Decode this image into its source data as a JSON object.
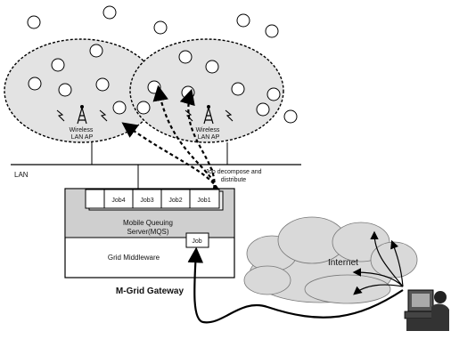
{
  "cells": {
    "left_ap_label": [
      "Wireless",
      "LAN AP"
    ],
    "right_ap_label": [
      "Wireless",
      "LAN AP"
    ]
  },
  "lan": {
    "label": "LAN"
  },
  "annotation": {
    "lines": [
      "Job decompose and",
      "distribute"
    ]
  },
  "gateway": {
    "queue_jobs": [
      "Job4",
      "Job3",
      "Job2",
      "Job1"
    ],
    "mqs_lines": [
      "Mobile Queuing",
      "Server(MQS)"
    ],
    "job_box": "Job",
    "middleware": "Grid Middleware",
    "title": "M-Grid Gateway"
  },
  "internet": {
    "label": "Internet"
  }
}
